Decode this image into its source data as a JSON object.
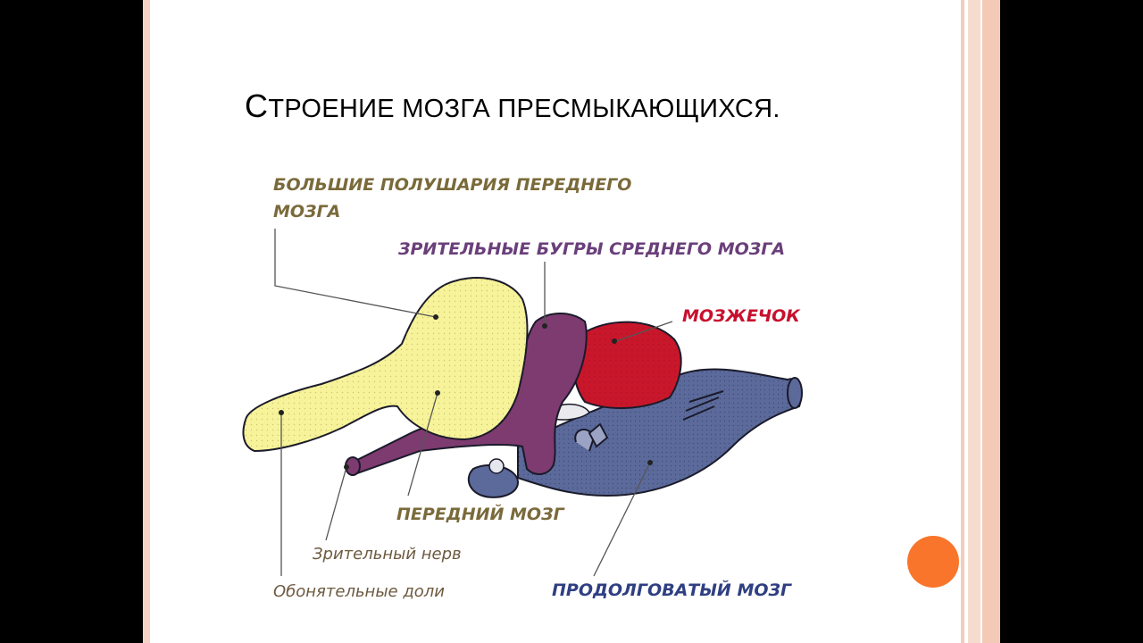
{
  "slide": {
    "title_first": "С",
    "title_rest": "ТРОЕНИЕ МОЗГА ПРЕСМЫКАЮЩИХСЯ."
  },
  "labels": {
    "hemispheres_line1": "БОЛЬШИЕ ПОЛУШАРИЯ ПЕРЕДНЕГО",
    "hemispheres_line2": "МОЗГА",
    "optic_lobes": "ЗРИТЕЛЬНЫЕ БУГРЫ СРЕДНЕГО МОЗГА",
    "cerebellum": "МОЗЖЕЧОК",
    "forebrain": "ПЕРЕДНИЙ МОЗГ",
    "optic_nerve": "Зрительный нерв",
    "olfactory_lobes": "Обонятельные доли",
    "medulla": "ПРОДОЛГОВАТЫЙ МОЗГ"
  },
  "colors": {
    "forebrain_yellow": "#f7f39a",
    "midbrain_purple": "#7e3b6f",
    "cerebellum_red": "#c8172b",
    "medulla_blue": "#5b6a9a",
    "accent_orange": "#f9752b"
  }
}
